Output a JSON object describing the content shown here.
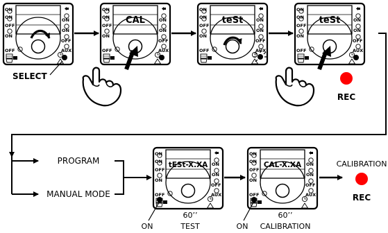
{
  "panels": [
    {
      "display": "",
      "caption": "SELECT"
    },
    {
      "display": "CAL"
    },
    {
      "display": "teSt"
    },
    {
      "display": "teSt"
    },
    {
      "display": "tESt-X.XA",
      "time": "60’’",
      "mode": "TEST",
      "switch": "ON"
    },
    {
      "display": "CAL-X.XA",
      "time": "60’’",
      "mode": "CALIBRATION",
      "switch": "ON"
    }
  ],
  "device_labels": {
    "on": "ON",
    "off": "OFF",
    "aux": "AUX"
  },
  "rec_label": "REC",
  "rec_color": "#ff0000",
  "calibration_rec": {
    "title": "CALIBRATION",
    "label": "REC"
  },
  "modes": {
    "program": "PROGRAM",
    "manual": "MANUAL MODE"
  }
}
